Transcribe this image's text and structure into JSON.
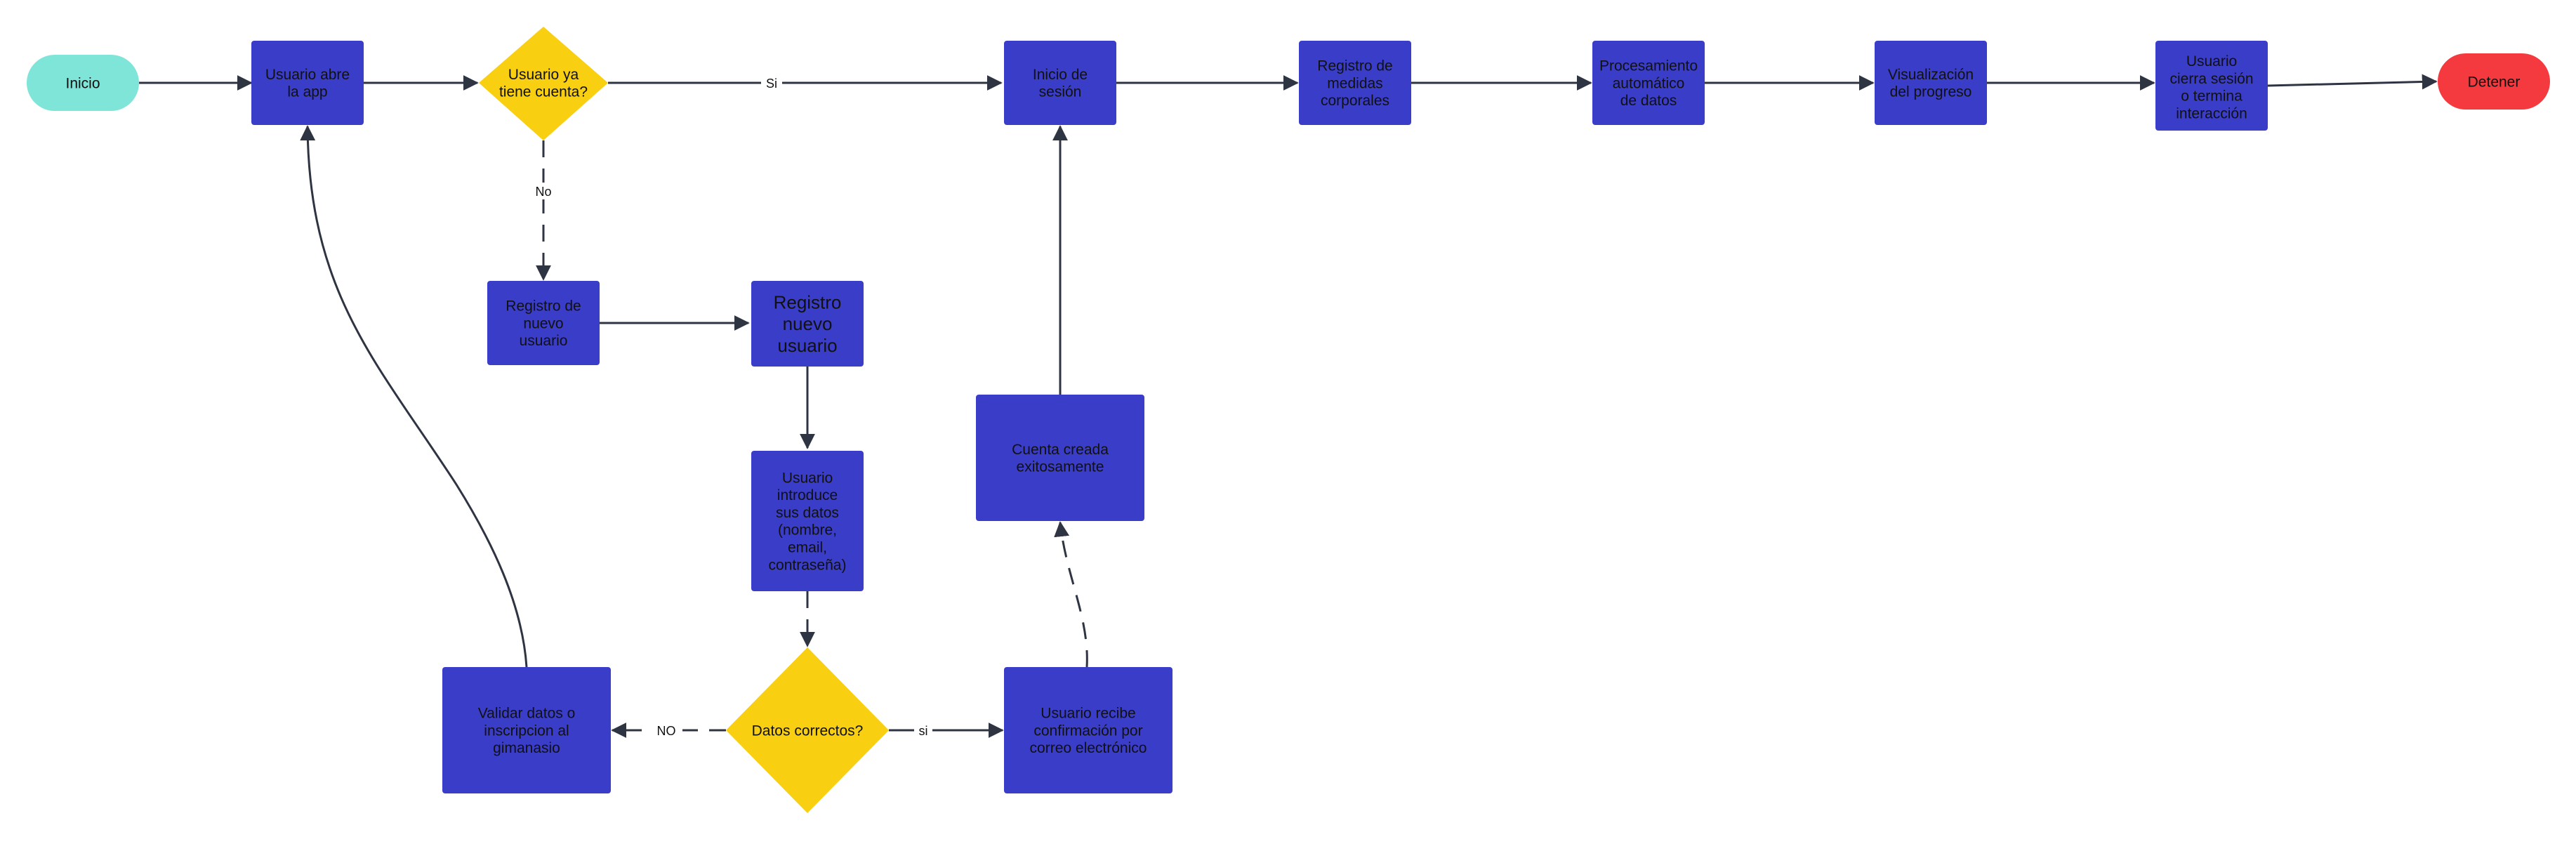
{
  "colors": {
    "process": "#3a3dc8",
    "decision": "#f9cf12",
    "start": "#7fe5d9",
    "end": "#f43a3f",
    "edge": "#2f3442",
    "text": "#111111"
  },
  "nodes": {
    "inicio": {
      "lines": [
        "Inicio"
      ]
    },
    "usuario_abre_app": {
      "lines": [
        "Usuario abre",
        "la app"
      ]
    },
    "tiene_cuenta": {
      "lines": [
        "Usuario ya",
        "tiene cuenta?"
      ]
    },
    "inicio_sesion": {
      "lines": [
        "Inicio de",
        "sesión"
      ]
    },
    "registro_medidas": {
      "lines": [
        "Registro de",
        "medidas",
        "corporales"
      ]
    },
    "procesamiento": {
      "lines": [
        "Procesamiento",
        "automático",
        "de datos"
      ]
    },
    "visualizacion": {
      "lines": [
        "Visualización",
        "del progreso"
      ]
    },
    "cierra_sesion": {
      "lines": [
        "Usuario",
        "cierra sesión",
        "o termina",
        "interacción"
      ]
    },
    "detener": {
      "lines": [
        "Detener"
      ]
    },
    "registro_nuevo_usuario_1": {
      "lines": [
        "Registro de",
        "nuevo",
        "usuario"
      ]
    },
    "registro_nuevo_usuario_2": {
      "lines": [
        "Registro",
        "nuevo",
        "usuario"
      ]
    },
    "introduce_datos": {
      "lines": [
        "Usuario",
        "introduce",
        "sus datos",
        "(nombre,",
        "email,",
        "contraseña)"
      ]
    },
    "datos_correctos": {
      "lines": [
        "Datos correctos?"
      ]
    },
    "validar_datos": {
      "lines": [
        "Validar datos o",
        "inscripcion al",
        "gimanasio"
      ]
    },
    "recibe_confirmacion": {
      "lines": [
        "Usuario recibe",
        "confirmación por",
        "correo electrónico"
      ]
    },
    "cuenta_creada": {
      "lines": [
        "Cuenta creada",
        "exitosamente"
      ]
    }
  },
  "edge_labels": {
    "si_top": "Si",
    "no_left": "No",
    "no_bottom": "NO",
    "si_bottom": "si"
  }
}
